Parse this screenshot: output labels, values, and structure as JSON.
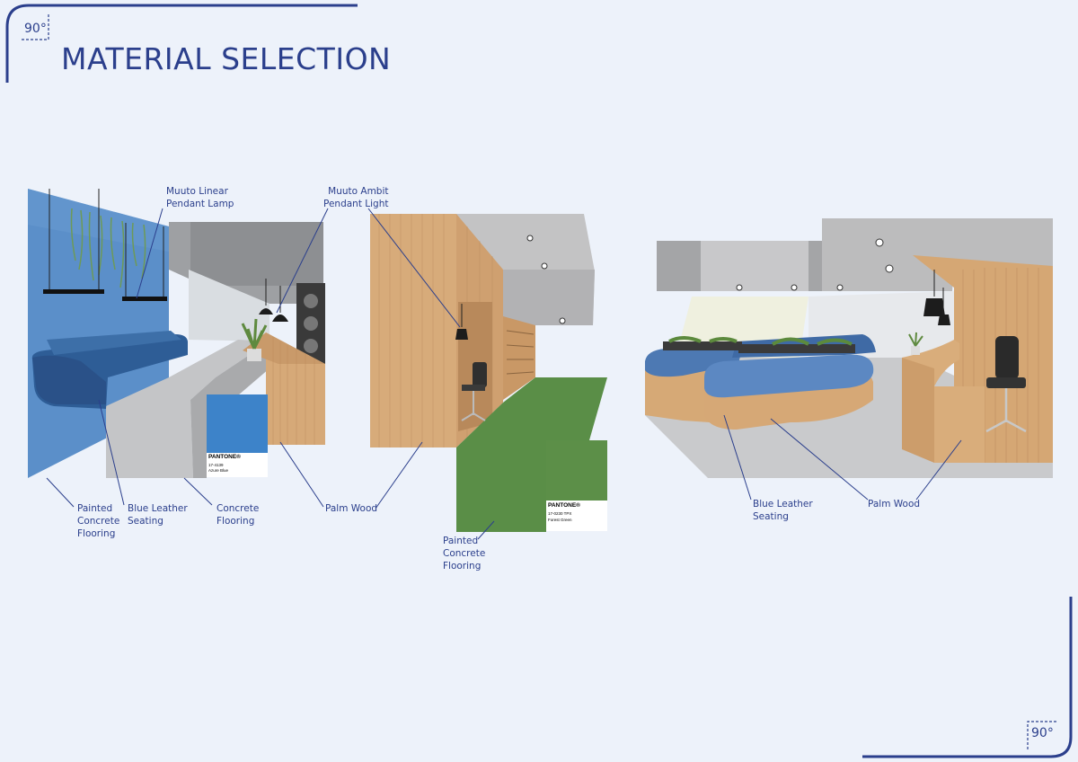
{
  "header": {
    "brand_mark": "90°",
    "title": "MATERIAL SELECTION"
  },
  "footer": {
    "brand_mark": "90°"
  },
  "colors": {
    "brand_blue": "#2b3f8c",
    "background": "#edf2fa",
    "azure_blue": "#3d83c9",
    "forest_green": "#5c8f48",
    "wood": "#d8ad7e",
    "concrete": "#bfbfbf",
    "leather": "#3c5fa0"
  },
  "scene1": {
    "labels": {
      "linear_lamp": "Muuto Linear\nPendant Lamp",
      "painted_concrete": "Painted\nConcrete\nFlooring",
      "blue_leather": "Blue Leather\nSeating",
      "concrete": "Concrete\nFlooring",
      "palm_wood": "Palm Wood"
    },
    "swatch": {
      "brand": "PANTONE®",
      "code": "17-4139",
      "name": "Azure Blue"
    }
  },
  "scene2": {
    "labels": {
      "ambit_light": "Muuto Ambit\nPendant Light",
      "painted_concrete": "Painted\nConcrete\nFlooring"
    },
    "swatch": {
      "brand": "PANTONE®",
      "code": "17-0230 TPX",
      "name": "Forest Green"
    }
  },
  "scene3": {
    "labels": {
      "blue_leather": "Blue Leather\nSeating",
      "palm_wood": "Palm Wood"
    }
  }
}
